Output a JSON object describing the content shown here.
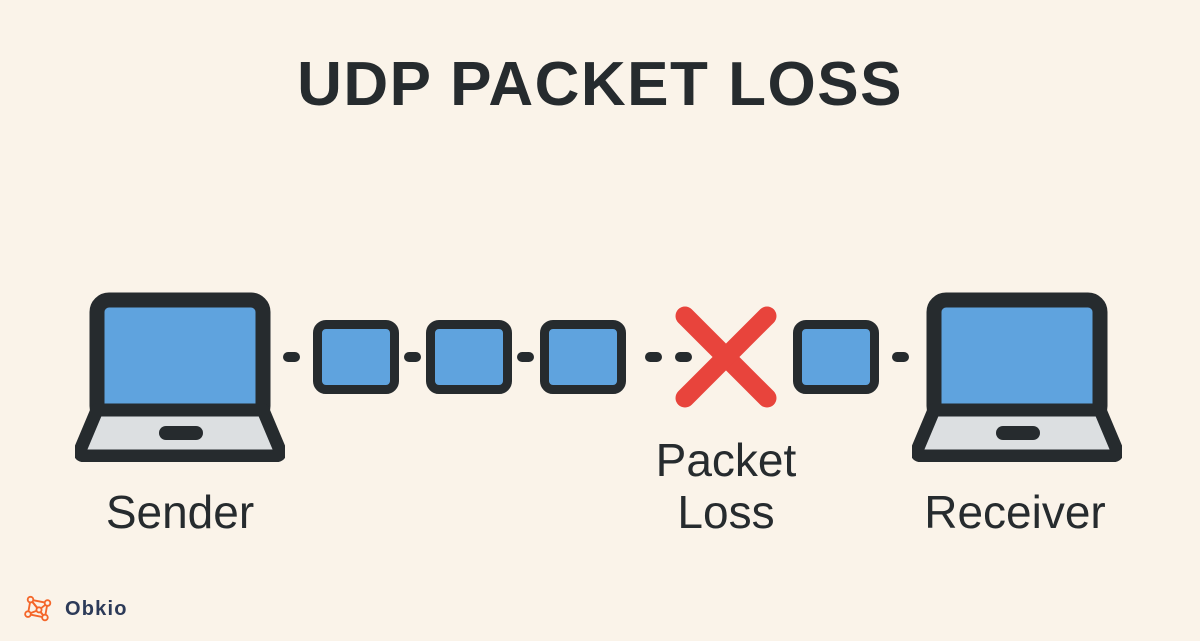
{
  "page": {
    "title": "UDP PACKET LOSS",
    "background_color": "#faf3e9",
    "ink_color": "#262b2e",
    "packet_color": "#5fa3de",
    "loss_color": "#e8443c",
    "laptop_base_color": "#dcdfe1"
  },
  "diagram": {
    "type": "network-flow",
    "sender": {
      "label": "Sender",
      "icon": "laptop-icon"
    },
    "receiver": {
      "label": "Receiver",
      "icon": "laptop-icon"
    },
    "loss_marker": {
      "icon": "red-x-icon",
      "label_line1": "Packet",
      "label_line2": "Loss",
      "color": "#e8443c"
    },
    "packets": [
      {
        "id": "packet-1",
        "state": "delivered"
      },
      {
        "id": "packet-2",
        "state": "delivered"
      },
      {
        "id": "packet-3",
        "state": "delivered"
      },
      {
        "id": "packet-4",
        "state": "delivered"
      }
    ],
    "separator_dashes": 6
  },
  "branding": {
    "logo_mark": "obkio-network-mark",
    "name": "Obkio",
    "mark_color": "#f4662a",
    "text_color": "#2c3a58"
  }
}
